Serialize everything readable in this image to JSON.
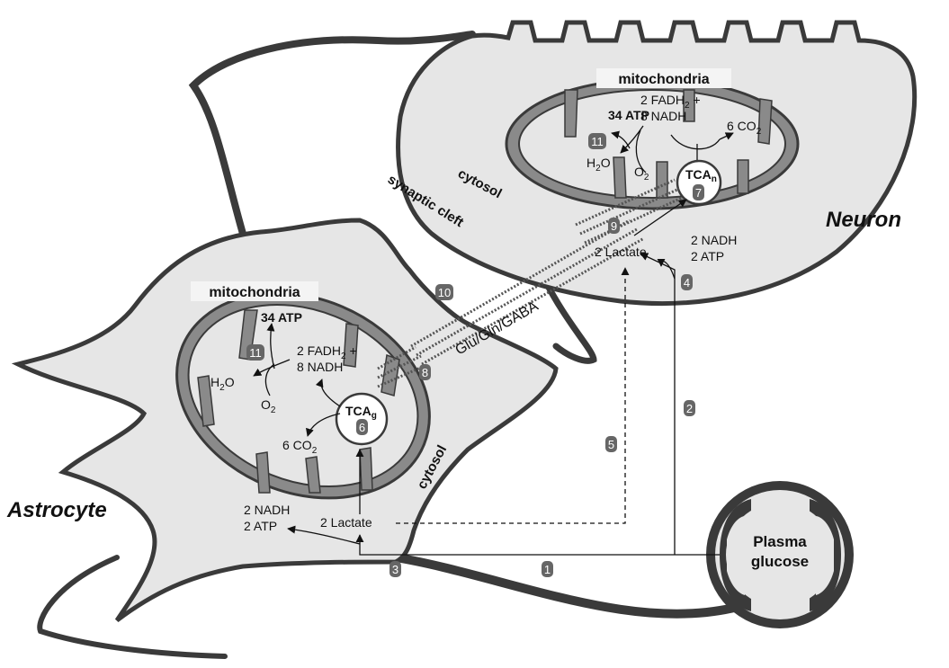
{
  "cells": {
    "astrocyte": "Astrocyte",
    "neuron": "Neuron",
    "capillary": [
      "Plasma",
      "glucose"
    ]
  },
  "regions": {
    "mito_neuron": "mitochondria",
    "mito_astro": "mitochondria",
    "cytosol_neuron": "cytosol",
    "cytosol_astro": "cytosol",
    "cleft": "synaptic cleft",
    "transmitter": "Glu/Gln/GABA"
  },
  "neuron_labels": {
    "atp": "34 ATP",
    "fadh_line1": "2 FADH",
    "fadh_sub": "2",
    "fadh_plus": " +",
    "nadh": "8 NADH",
    "co2": "6 CO",
    "co2_sub": "2",
    "water": "H",
    "water_sub": "2",
    "water_end": "O",
    "oxygen": "O",
    "oxygen_sub": "2",
    "tca": "TCA",
    "tca_sub": "n",
    "lactate": "2 Lactate",
    "glyco_nadh": "2 NADH",
    "glyco_atp": "2 ATP"
  },
  "astro_labels": {
    "atp": "34 ATP",
    "fadh_line1": "2 FADH",
    "fadh_sub": "2",
    "fadh_plus": " +",
    "nadh": "8 NADH",
    "co2": "6 CO",
    "co2_sub": "2",
    "water": "H",
    "water_sub": "2",
    "water_end": "O",
    "oxygen": "O",
    "oxygen_sub": "2",
    "tca": "TCA",
    "tca_sub": "g",
    "lactate": "2 Lactate",
    "glyco_nadh": "2 NADH",
    "glyco_atp": "2 ATP"
  },
  "step_numbers": [
    "1",
    "2",
    "3",
    "4",
    "5",
    "6",
    "7",
    "8",
    "9",
    "10",
    "11",
    "11"
  ],
  "colors": {
    "cell_fill": "#e6e6e6",
    "membrane": "#3a3a3a",
    "mito_inner": "#8a8a8a",
    "badge": "#666666"
  }
}
